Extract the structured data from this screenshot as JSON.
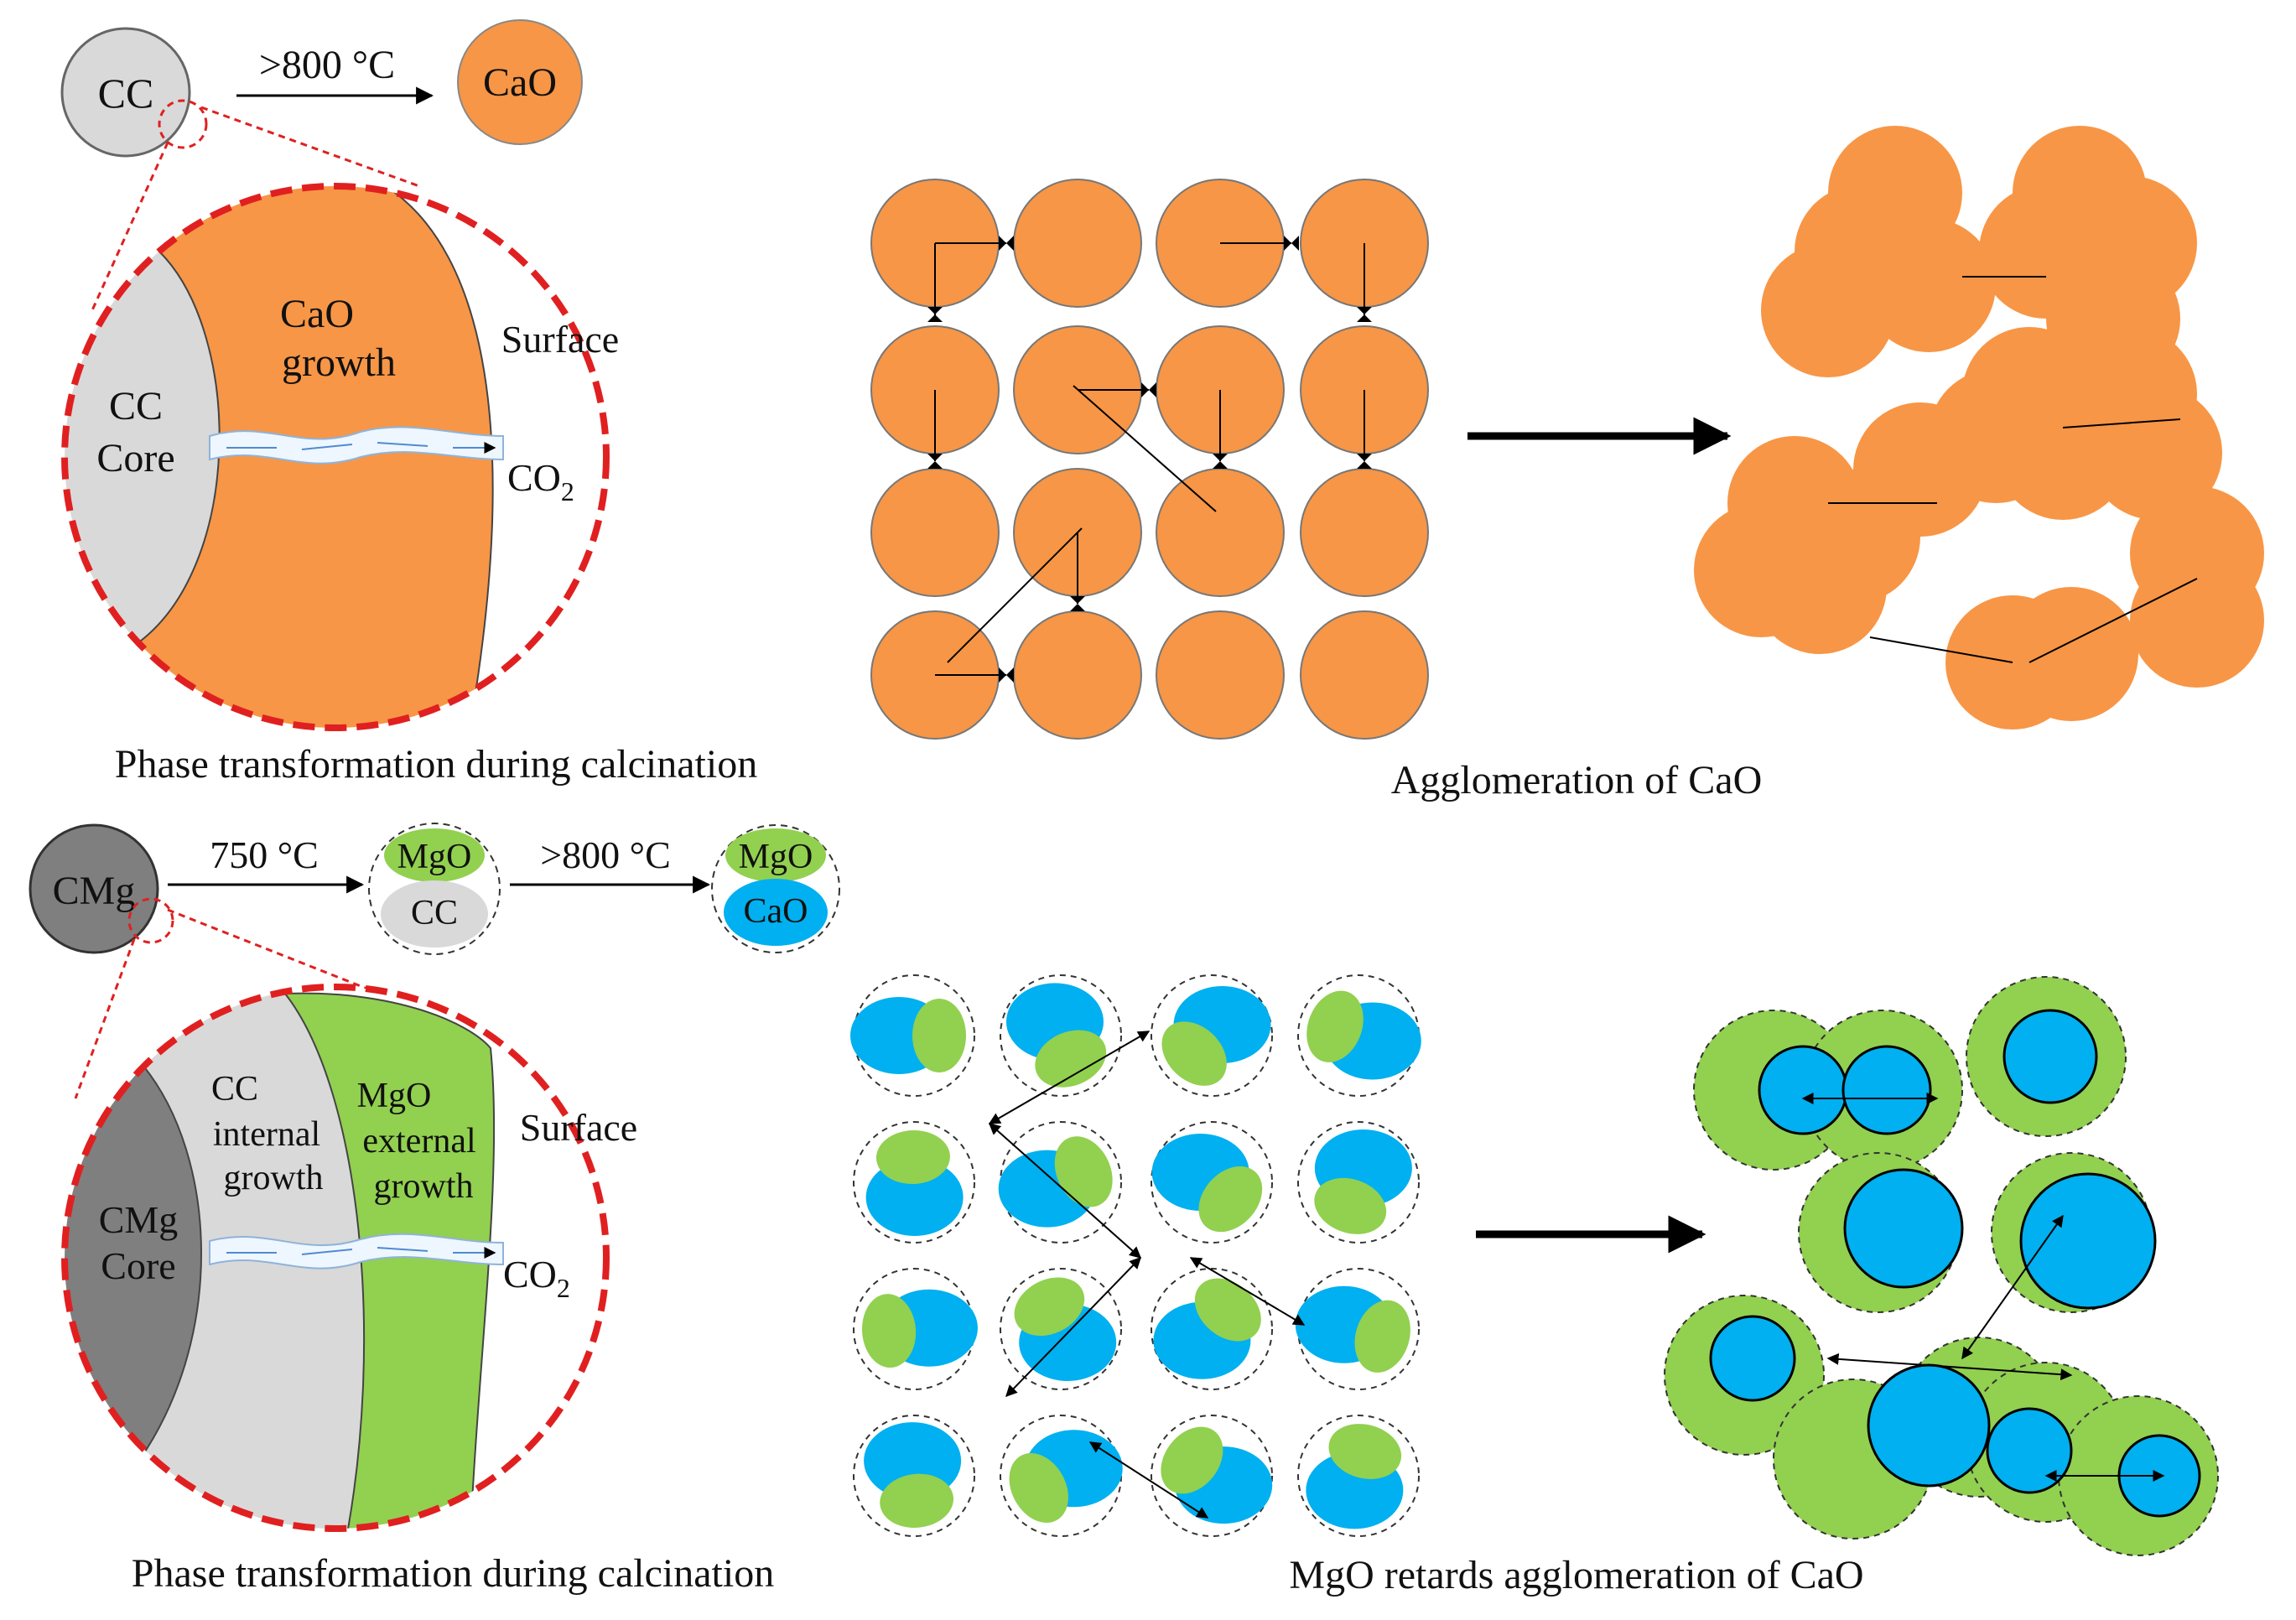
{
  "colors": {
    "orange": "#F79646",
    "cc_gray": "#D9D9D9",
    "cmg_gray": "#7F7F7F",
    "mgo_green": "#92D050",
    "cao_blue": "#00B0F0",
    "dashed_red": "#E02020"
  },
  "top": {
    "cc_label": "CC",
    "temp_label": ">800 °C",
    "cao_label": "CaO",
    "core_label_1": "CC",
    "core_label_2": "Core",
    "growth_label_1": "CaO",
    "growth_label_2": "growth",
    "surface_label": "Surface",
    "co2_label": "CO",
    "co2_sub": "2",
    "caption_left": "Phase transformation during calcination",
    "caption_right": "Agglomeration of CaO"
  },
  "bottom": {
    "cmg_label": "CMg",
    "temp1_label": "750 °C",
    "mgo_label": "MgO",
    "cc_label": "CC",
    "temp2_label": ">800 °C",
    "mgo_label_2": "MgO",
    "cao_label": "CaO",
    "core_label_1": "CMg",
    "core_label_2": "Core",
    "internal_label_1": "CC",
    "internal_label_2": "internal",
    "internal_label_3": "growth",
    "external_label_1": "MgO",
    "external_label_2": "external",
    "external_label_3": "growth",
    "surface_label": "Surface",
    "co2_label": "CO",
    "co2_sub": "2",
    "caption_left": "Phase transformation during calcination",
    "caption_right": "MgO retards agglomeration of CaO"
  }
}
